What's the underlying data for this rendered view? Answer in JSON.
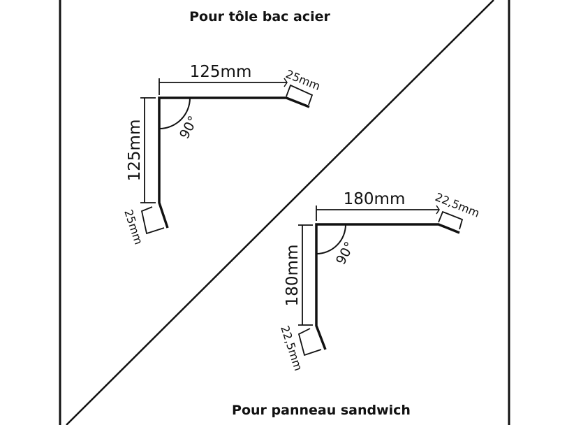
{
  "frame": {
    "border_color": "#111111",
    "background": "#ffffff"
  },
  "top_diagram": {
    "title": "Pour tôle bac acier",
    "horizontal_length": "125mm",
    "vertical_length": "125mm",
    "top_fold": "25mm",
    "bottom_fold": "25mm",
    "angle": "90°"
  },
  "bottom_diagram": {
    "title": "Pour panneau sandwich",
    "horizontal_length": "180mm",
    "vertical_length": "180mm",
    "top_fold": "22,5mm",
    "bottom_fold": "22,5mm",
    "angle": "90°"
  }
}
